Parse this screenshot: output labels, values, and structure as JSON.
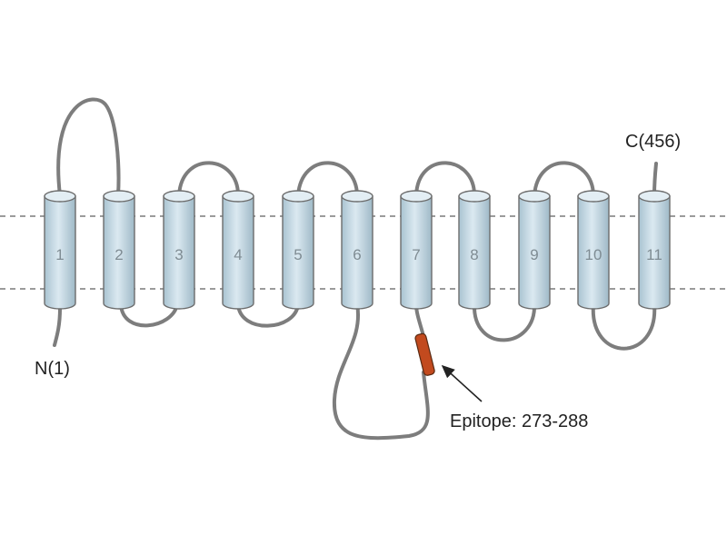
{
  "diagram": {
    "helices": [
      "1",
      "2",
      "3",
      "4",
      "5",
      "6",
      "7",
      "8",
      "9",
      "10",
      "11"
    ],
    "n_terminus": "N(1)",
    "c_terminus": "C(456)",
    "epitope_label": "Epitope: 273-288",
    "colors": {
      "helix_fill": "#c9dde8",
      "loop": "#7d7d7d",
      "epitope": "#c24a1e"
    }
  }
}
